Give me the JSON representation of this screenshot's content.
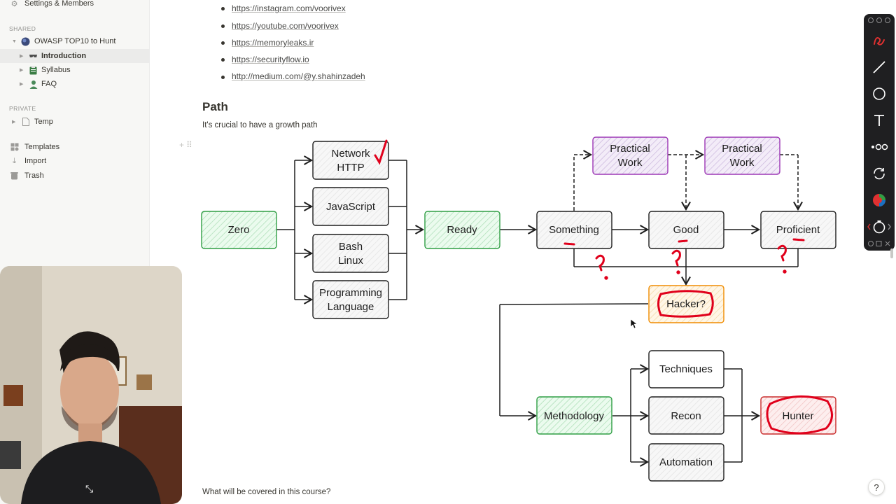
{
  "sidebar": {
    "settings_label": "Settings & Members",
    "shared_header": "SHARED",
    "workspace": "OWASP TOP10 to Hunt",
    "pages": [
      "Introduction",
      "Syllabus",
      "FAQ"
    ],
    "private_header": "PRIVATE",
    "private_pages": [
      "Temp"
    ],
    "bottom": [
      "Templates",
      "Import",
      "Trash"
    ]
  },
  "page": {
    "links": [
      "https://instagram.com/voorivex",
      "https://youtube.com/voorivex",
      "https://memoryleaks.ir",
      "https://securityflow.io",
      "http://medium.com/@y.shahinzadeh"
    ],
    "heading": "Path",
    "description": "It's crucial to have a growth path",
    "bottom_text": "What will be covered in this course?",
    "help_label": "?"
  },
  "diagram": {
    "nodes": {
      "zero": "Zero",
      "network1": "Network",
      "network2": "HTTP",
      "javascript": "JavaScript",
      "bash1": "Bash",
      "bash2": "Linux",
      "prog1": "Programming",
      "prog2": "Language",
      "ready": "Ready",
      "something": "Something",
      "good": "Good",
      "proficient": "Proficient",
      "practical1a": "Practical",
      "practical1b": "Work",
      "practical2a": "Practical",
      "practical2b": "Work",
      "hacker": "Hacker?",
      "methodology": "Methodology",
      "techniques": "Techniques",
      "recon": "Recon",
      "automation": "Automation",
      "hunter": "Hunter"
    }
  },
  "colors": {
    "green": "#2f9e44",
    "purple": "#9c36b5",
    "orange": "#f08c00",
    "red_ink": "#e0001b",
    "sidebar_bg": "#f7f7f5"
  }
}
